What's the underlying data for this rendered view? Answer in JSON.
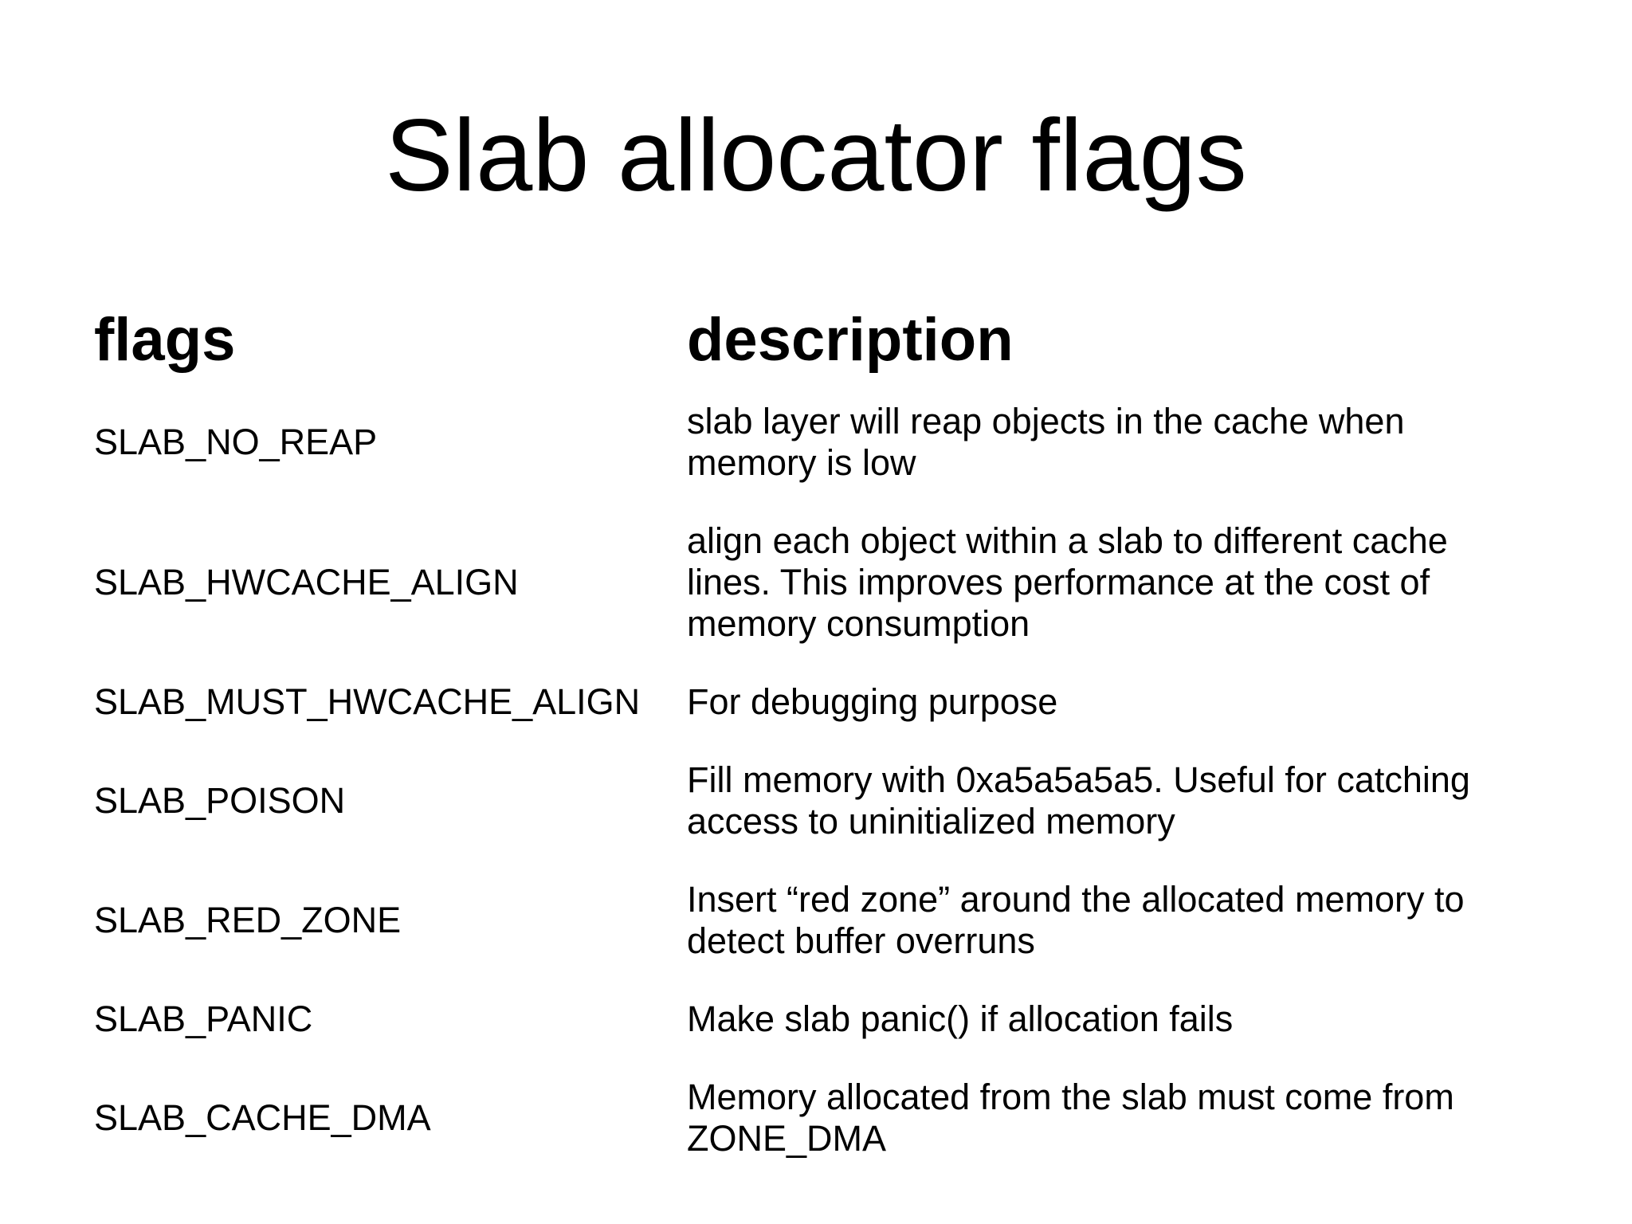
{
  "slide": {
    "title": "Slab allocator flags"
  },
  "colors": {
    "background": "#ffffff",
    "text": "#000000"
  },
  "table": {
    "headers": {
      "flags": "flags",
      "description": "description"
    },
    "rows": [
      {
        "flag": "SLAB_NO_REAP",
        "description": "slab layer will reap objects in the cache when memory is low"
      },
      {
        "flag": "SLAB_HWCACHE_ALIGN",
        "description": "align each object within a slab to different cache lines. This improves performance at the cost of memory consumption"
      },
      {
        "flag": "SLAB_MUST_HWCACHE_ALIGN",
        "description": "For debugging purpose"
      },
      {
        "flag": "SLAB_POISON",
        "description": "Fill memory with 0xa5a5a5a5. Useful for catching access to uninitialized memory"
      },
      {
        "flag": "SLAB_RED_ZONE",
        "description": "Insert “red zone” around the allocated memory to detect buffer overruns"
      },
      {
        "flag": "SLAB_PANIC",
        "description": "Make slab panic() if allocation fails"
      },
      {
        "flag": "SLAB_CACHE_DMA",
        "description": "Memory allocated from the slab must come from ZONE_DMA"
      }
    ]
  }
}
